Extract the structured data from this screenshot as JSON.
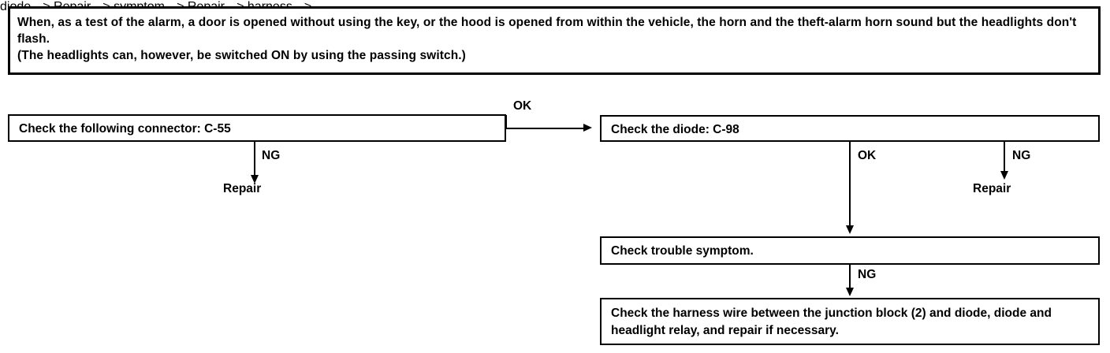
{
  "note": {
    "text": "When, as a test of the alarm, a door is opened without using the key, or the hood is opened from within the vehicle, the horn and the theft-alarm horn sound but the headlights don't flash.\n(The headlights can, however, be switched ON by using the passing switch.)"
  },
  "flowchart": {
    "type": "troubleshooting-flowchart",
    "boxes": [
      {
        "id": "connector",
        "text": "Check the following connector: C-55"
      },
      {
        "id": "diode",
        "text": "Check the diode: C-98"
      },
      {
        "id": "symptom",
        "text": "Check trouble symptom."
      },
      {
        "id": "harness",
        "text": "Check the harness wire between the junction block (2) and diode, diode and headlight relay, and repair if necessary."
      }
    ],
    "branch_labels": {
      "ok": "OK",
      "ng": "NG"
    },
    "terminals": [
      {
        "id": "repair-1",
        "text": "Repair"
      },
      {
        "id": "repair-2",
        "text": "Repair"
      }
    ],
    "edges": [
      {
        "from": "connector",
        "to": "diode",
        "label": "OK"
      },
      {
        "from": "connector",
        "to": "repair-1",
        "label": "NG"
      },
      {
        "from": "diode",
        "to": "symptom",
        "label": "OK"
      },
      {
        "from": "diode",
        "to": "repair-2",
        "label": "NG"
      },
      {
        "from": "symptom",
        "to": "harness",
        "label": "NG"
      }
    ]
  }
}
